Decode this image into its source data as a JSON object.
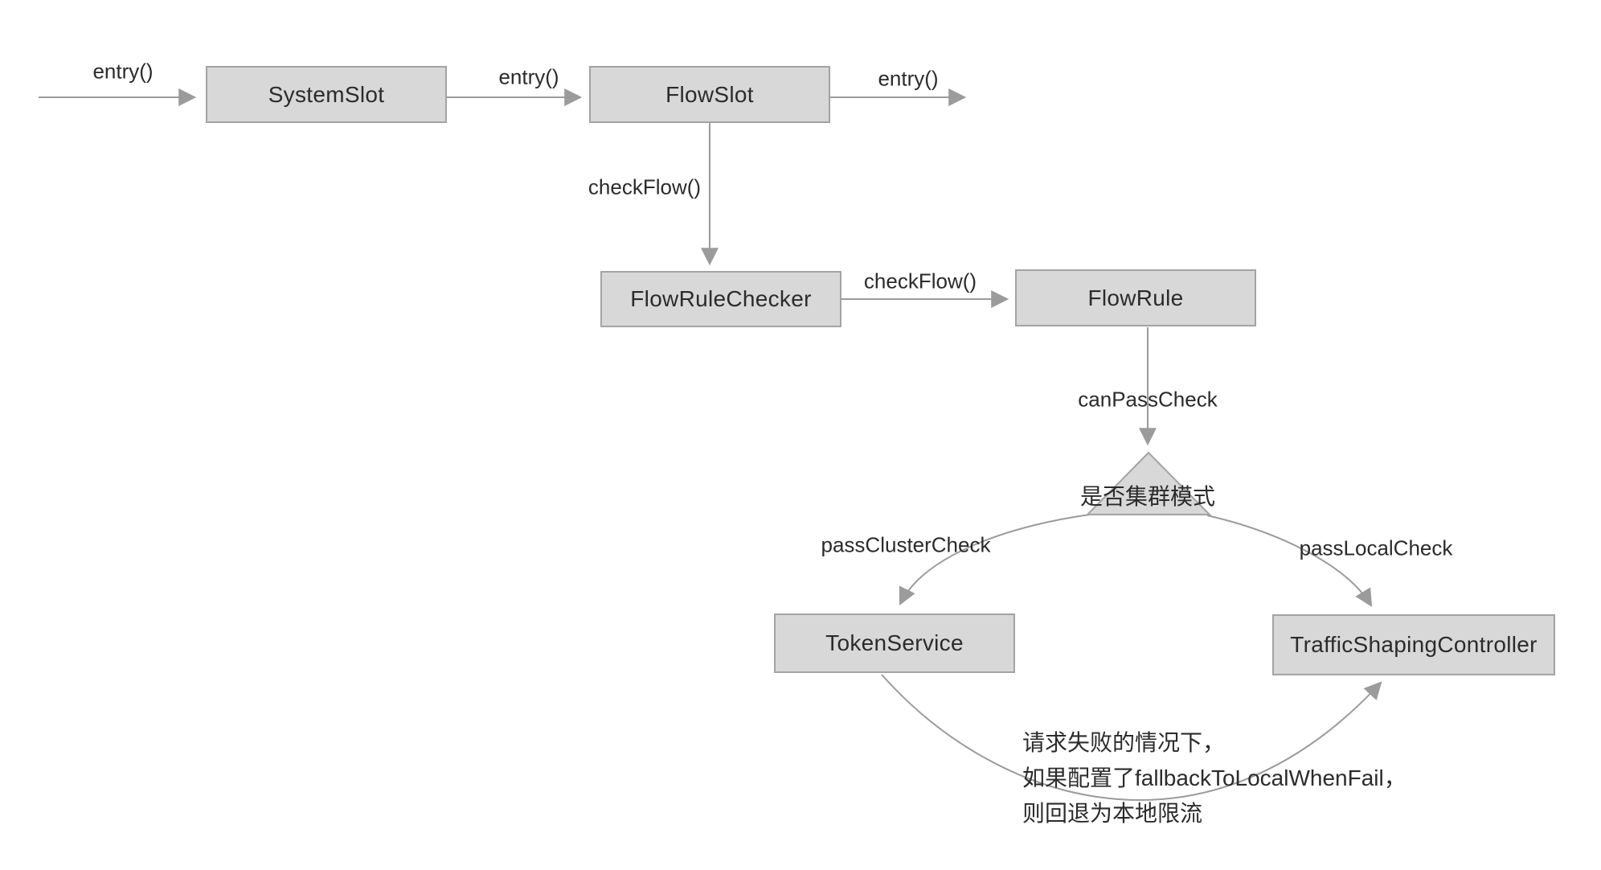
{
  "diagram": {
    "nodes": [
      {
        "id": "system-slot",
        "label": "SystemSlot"
      },
      {
        "id": "flow-slot",
        "label": "FlowSlot"
      },
      {
        "id": "flow-rule-checker",
        "label": "FlowRuleChecker"
      },
      {
        "id": "flow-rule",
        "label": "FlowRule"
      },
      {
        "id": "token-service",
        "label": "TokenService"
      },
      {
        "id": "traffic-shaping-controller",
        "label": "TrafficShapingController"
      }
    ],
    "decision": {
      "label": "是否集群模式"
    },
    "edge_labels": {
      "entry_in": "entry()",
      "entry_mid": "entry()",
      "entry_out": "entry()",
      "check_flow_down": "checkFlow()",
      "check_flow_right": "checkFlow()",
      "can_pass_check": "canPassCheck",
      "pass_cluster_check": "passClusterCheck",
      "pass_local_check": "passLocalCheck"
    },
    "annotation": {
      "line1": "请求失败的情况下，",
      "line2": "如果配置了fallbackToLocalWhenFail，",
      "line3": "则回退为本地限流"
    },
    "colors": {
      "node_fill": "#d8d8d8",
      "node_border": "#a3a3a3",
      "edge": "#9b9b9b",
      "text": "#2b2b2b",
      "background": "#ffffff"
    }
  }
}
